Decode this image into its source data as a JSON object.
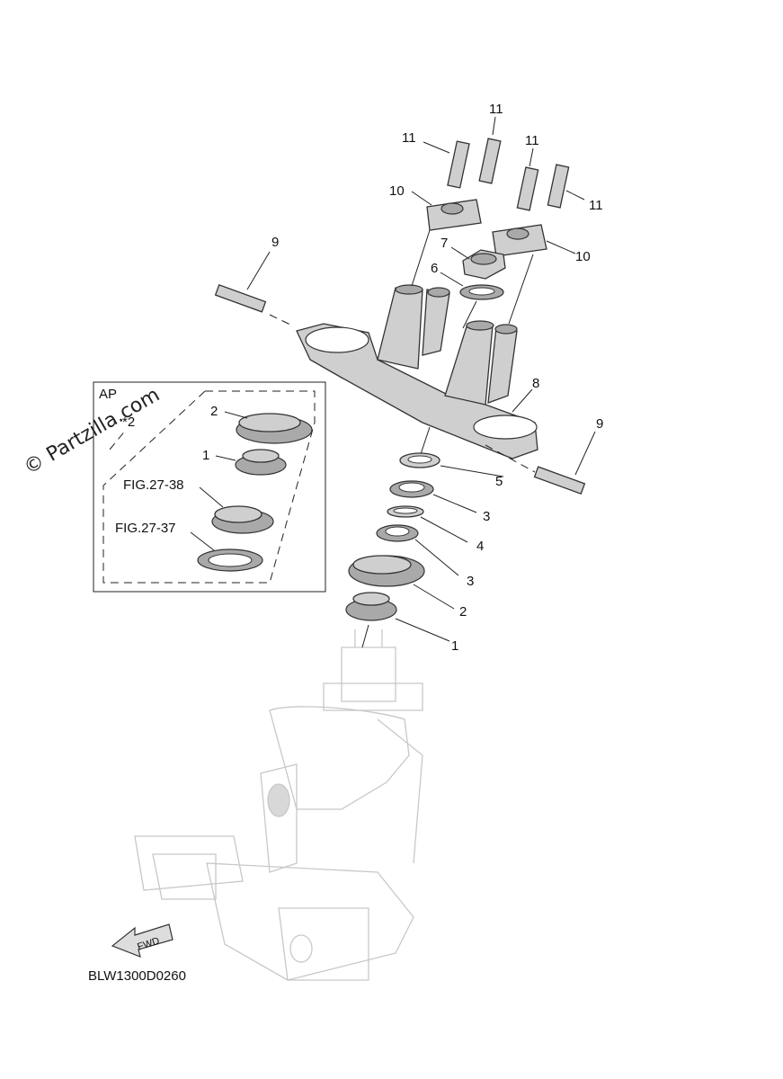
{
  "watermark": "© Partzilla.com",
  "diagram_code": "BLW1300D0260",
  "fwd_label": "FWD",
  "inset": {
    "title": "AP",
    "labels": [
      "2",
      "1",
      "FIG.27-38",
      "FIG.27-37",
      "*2"
    ]
  },
  "callouts": {
    "n1": "1",
    "n2": "2",
    "n3": "3",
    "n4": "4",
    "n5": "5",
    "n6": "6",
    "n7": "7",
    "n8": "8",
    "n9": "9",
    "n10": "10",
    "n11": "11"
  },
  "colors": {
    "part_fill": "#cfcfcf",
    "part_dark": "#a9a9a9",
    "ghost": "#c8c8c8",
    "line": "#222222"
  }
}
